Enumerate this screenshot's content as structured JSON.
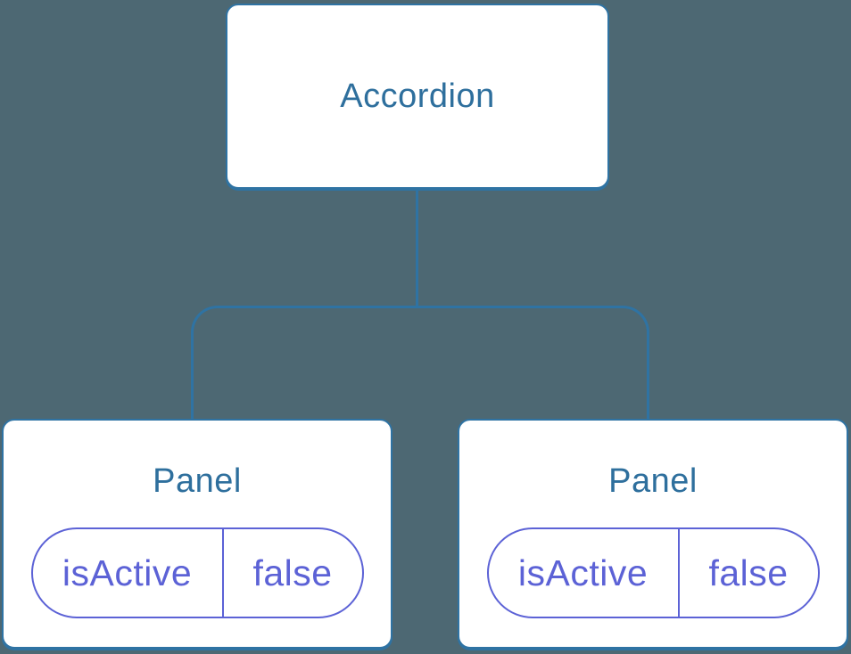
{
  "diagram": {
    "root": {
      "label": "Accordion"
    },
    "panels": [
      {
        "label": "Panel",
        "state": {
          "key": "isActive",
          "value": "false"
        }
      },
      {
        "label": "Panel",
        "state": {
          "key": "isActive",
          "value": "false"
        }
      }
    ],
    "colors": {
      "background": "#4d6873",
      "node_fill": "#ffffff",
      "node_border": "#2f73a3",
      "title_text": "#2e6f9d",
      "state_accent": "#5c62d6"
    }
  }
}
